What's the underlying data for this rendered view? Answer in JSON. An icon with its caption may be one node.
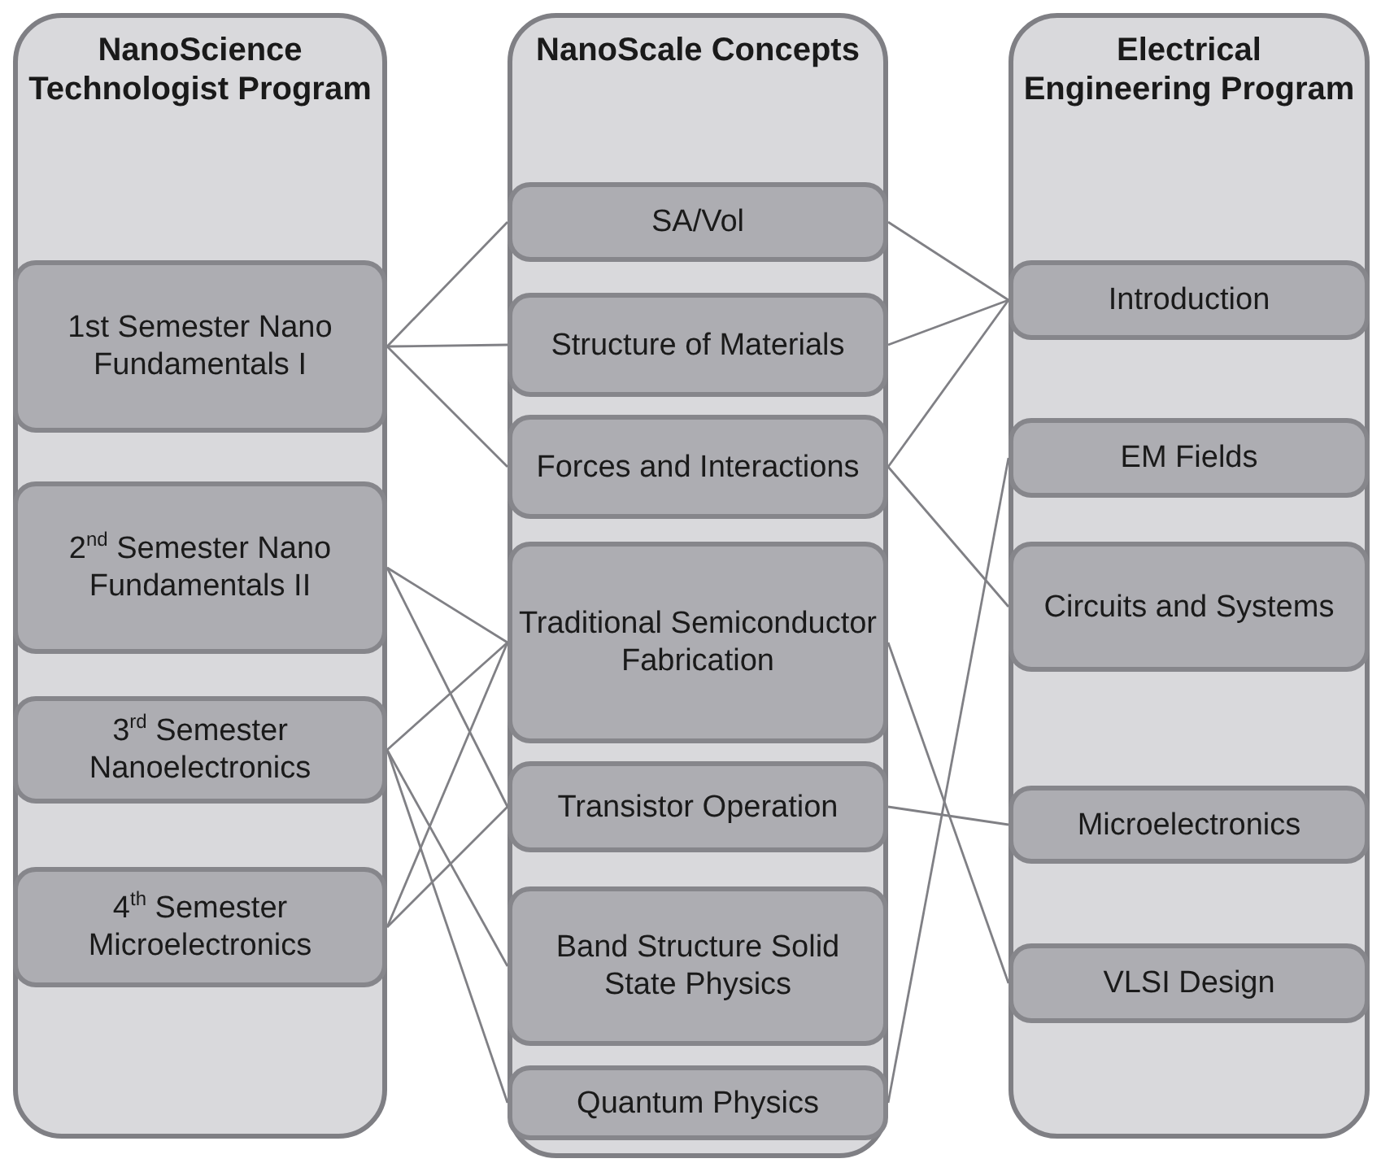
{
  "diagram": {
    "nodes": [
      {
        "text": [
          "NanoScience Technologist Program"
        ]
      },
      {
        "text": [
          "1st Semester Nano Fundamentals I"
        ],
        "in": 0
      },
      {
        "text": [
          "2$^{nd}$ Semester Nano Fundamentals II"
        ],
        "in": 0
      },
      {
        "text": [
          "3$^{rd}$ Semester Nanoelectronics"
        ],
        "in": 0
      },
      {
        "text": [
          "4$^{th}$ Semester Microelectronics"
        ],
        "in": 0
      },
      {
        "text": [
          "NanoScale Concepts"
        ]
      },
      {
        "text": [
          "SA/Vol"
        ],
        "in": 5
      },
      {
        "text": [
          "Structure of Materials"
        ],
        "in": 5
      },
      {
        "text": [
          "Forces and Interactions"
        ],
        "in": 5
      },
      {
        "text": [
          "Traditional Semiconductor Fabrication"
        ],
        "in": 5
      },
      {
        "text": [
          "Transistor Operation"
        ],
        "in": 5
      },
      {
        "text": [
          "Band Structure Solid State Physics"
        ],
        "in": 5
      },
      {
        "text": [
          "Quantum Physics"
        ],
        "in": 5
      },
      {
        "text": [
          "Electrical Engineering Program"
        ]
      },
      {
        "text": [
          "Introduction"
        ],
        "in": 13
      },
      {
        "text": [
          "EM Fields"
        ],
        "in": 13
      },
      {
        "text": [
          "Circuits and Systems"
        ],
        "in": 13
      },
      {
        "text": [
          "Microelectronics"
        ],
        "in": 13
      },
      {
        "text": [
          "VLSI Design"
        ],
        "in": 13
      }
    ],
    "edges": [
      {
        "from": 1,
        "to": 6,
        "arrow": "none"
      },
      {
        "from": 1,
        "to": 7,
        "arrow": "none"
      },
      {
        "from": 1,
        "to": 8,
        "arrow": "none"
      },
      {
        "from": 2,
        "to": 9,
        "arrow": "none"
      },
      {
        "from": 2,
        "to": 10,
        "arrow": "none"
      },
      {
        "from": 3,
        "to": 9,
        "arrow": "none"
      },
      {
        "from": 3,
        "to": 11,
        "arrow": "none"
      },
      {
        "from": 3,
        "to": 12,
        "arrow": "none"
      },
      {
        "from": 4,
        "to": 9,
        "arrow": "none"
      },
      {
        "from": 4,
        "to": 10,
        "arrow": "none"
      },
      {
        "from": 6,
        "to": 14,
        "arrow": "none"
      },
      {
        "from": 7,
        "to": 14,
        "arrow": "none"
      },
      {
        "from": 8,
        "to": 14,
        "arrow": "none"
      },
      {
        "from": 8,
        "to": 16,
        "arrow": "none"
      },
      {
        "from": 9,
        "to": 18,
        "arrow": "none"
      },
      {
        "from": 10,
        "to": 17,
        "arrow": "none"
      },
      {
        "from": 12,
        "to": 15,
        "arrow": "none"
      }
    ]
  }
}
